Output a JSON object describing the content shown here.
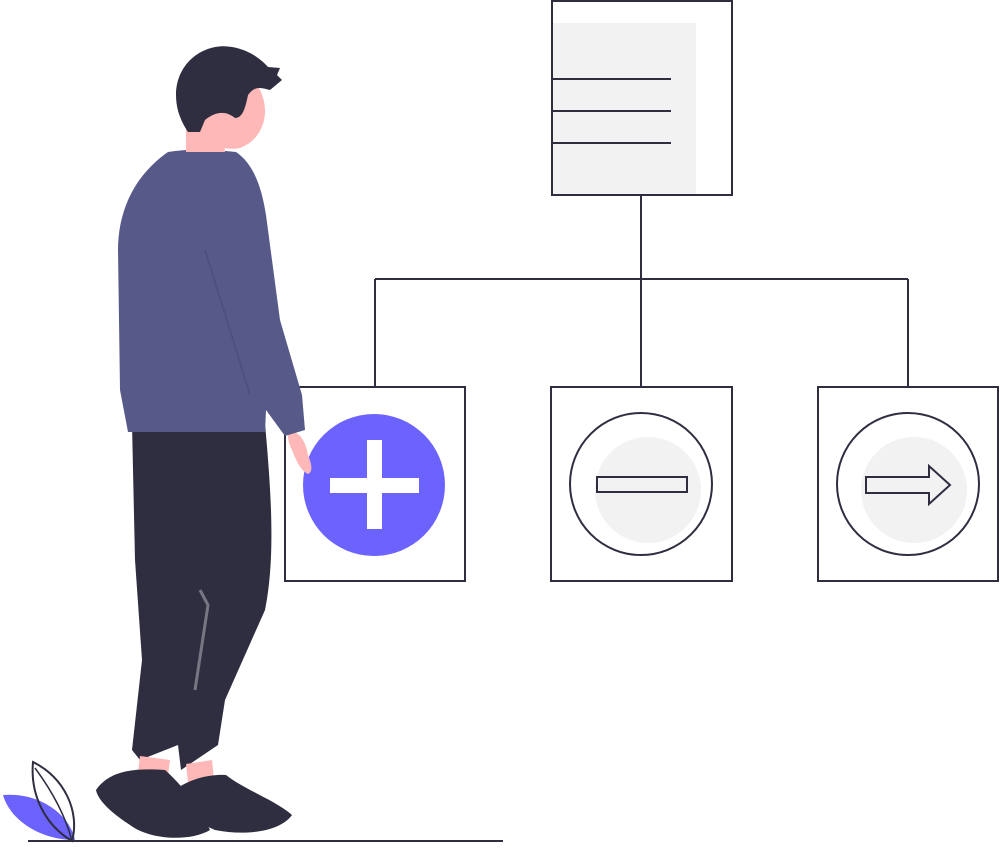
{
  "illustration": {
    "colors": {
      "outline": "#2f2e41",
      "panel_fill": "#ffffff",
      "document_fill": "#f2f2f2",
      "accent": "#6c63ff",
      "muted_circle": "#f2f2f2",
      "shirt": "#575a89",
      "pants": "#2f2e41",
      "hair": "#2f2e41",
      "skin": "#ffb8b8",
      "shoes": "#2f2e41",
      "leaf": "#6c63ff"
    },
    "document": {
      "icon": "document-icon",
      "line_count": 3
    },
    "actions": [
      {
        "name": "add",
        "icon": "plus-icon",
        "active": true
      },
      {
        "name": "remove",
        "icon": "minus-icon",
        "active": false
      },
      {
        "name": "next",
        "icon": "arrow-right-icon",
        "active": false
      }
    ]
  }
}
